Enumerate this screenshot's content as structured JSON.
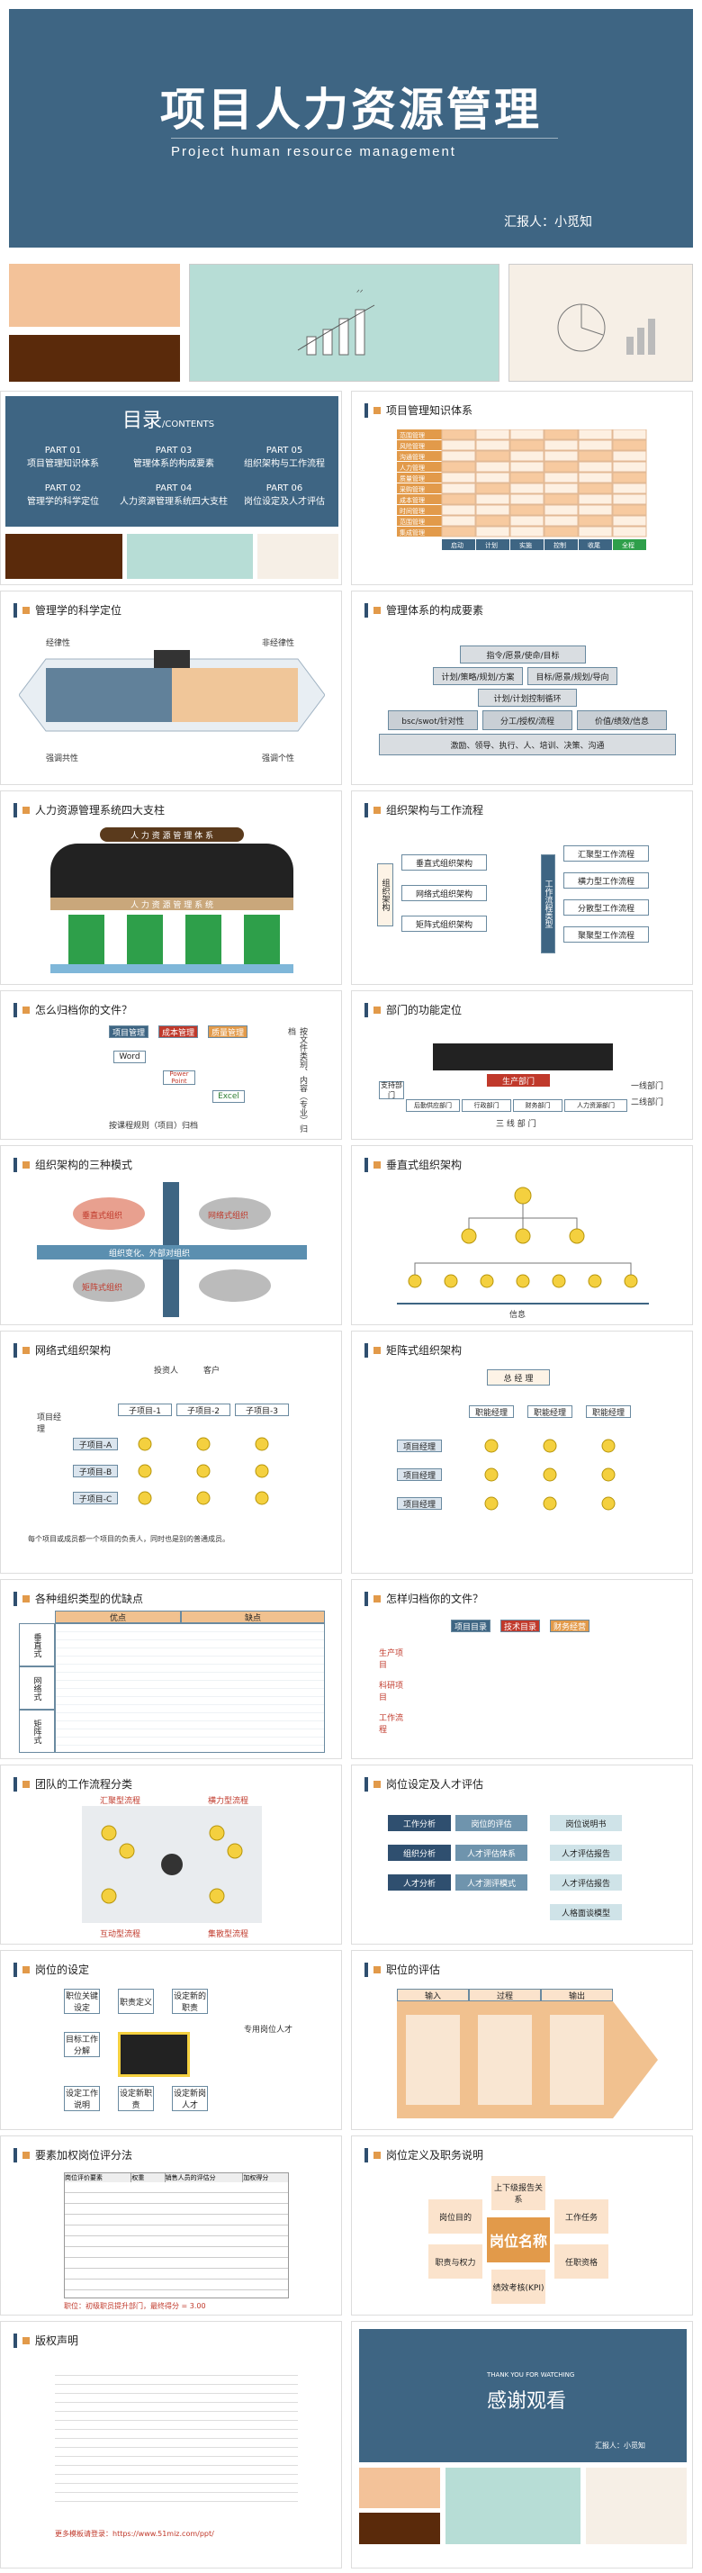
{
  "cover": {
    "title": "项目人力资源管理",
    "subtitle": "Project   human   resource   management",
    "reporter": "汇报人：小觅知"
  },
  "toc": {
    "heading": "目录",
    "heading_suffix": "/CONTENTS",
    "items": [
      {
        "part": "PART  01",
        "label": "项目管理知识体系"
      },
      {
        "part": "PART  03",
        "label": "管理体系的构成要素"
      },
      {
        "part": "PART  05",
        "label": "组织架构与工作流程"
      },
      {
        "part": "PART  02",
        "label": "管理学的科学定位"
      },
      {
        "part": "PART  04",
        "label": "人力资源管理系统四大支柱"
      },
      {
        "part": "PART  06",
        "label": "岗位设定及人才评估"
      }
    ]
  },
  "slides": {
    "s1": {
      "title": "项目管理知识体系",
      "rows": [
        "范围管理",
        "风险管理",
        "沟通管理",
        "人力管理",
        "质量管理",
        "采购管理",
        "成本管理",
        "时间管理",
        "范围管理",
        "集成管理"
      ],
      "cols": [
        "启动",
        "计划",
        "实施",
        "控制",
        "收尾",
        "全程"
      ]
    },
    "s2": {
      "title": "管理学的科学定位",
      "left_top": "经律性",
      "right_top": "非经律性",
      "left_bottom": "强调共性",
      "right_bottom": "强调个性"
    },
    "s3": {
      "title": "管理体系的构成要素",
      "l1": "指令/愿景/使命/目标",
      "l2": "计划/策略/规划/方案",
      "l3": "目标/愿景/规划/导向",
      "l4": "计划/计划控制循环",
      "l5": "bsc/swot/针对性",
      "l6": "分工/授权/流程",
      "l7": "价值/绩效/信息",
      "l8": "激励、领导、执行、人、培训、决策、沟通"
    },
    "s4": {
      "title": "人力资源管理系统四大支柱",
      "banner": "人 力 资 源 管 理 体 系",
      "base": "人 力 资 源 管 理 系 统"
    },
    "s5": {
      "title": "组织架构与工作流程",
      "left": [
        "垂直式组织架构",
        "网络式组织架构",
        "矩阵式组织架构"
      ],
      "side": "组织架构",
      "right_title": "工作流程类型",
      "right": [
        "汇聚型工作流程",
        "横力型工作流程",
        "分散型工作流程",
        "聚聚型工作流程"
      ]
    },
    "s6": {
      "title": "怎么归档你的文件？",
      "heads": [
        "项目管理",
        "成本管理",
        "质量管理"
      ],
      "doc": "Word",
      "ppt": "Power Point",
      "excel": "Excel",
      "foot": "按课程规则（项目）归档",
      "side": "按文件类别、内容（专业）归档"
    },
    "s7": {
      "title": "部门的功能定位",
      "tiers": [
        "一线部门",
        "二线部门"
      ],
      "mid": "生产部门",
      "l": "行政部门",
      "m": "财务部门",
      "r": "人力资源部门",
      "bottom": "三 线 部 门",
      "left": "支持部门",
      "lb": "后勤供应部门"
    },
    "s8": {
      "title": "组织架构的三种模式",
      "a": "垂直式组织",
      "b": "网络式组织",
      "c": "矩阵式组织",
      "axis": "组织变化、外部对组织"
    },
    "s9": {
      "title": "垂直式组织架构",
      "label": "信息"
    },
    "s10": {
      "title": "网络式组织架构",
      "roles": [
        "投资人",
        "客户"
      ],
      "pm": "项目经理",
      "subs": [
        "子项目-1",
        "子项目-2",
        "子项目-3"
      ],
      "rows": [
        "子项目-A",
        "子项目-B",
        "子项目-C"
      ],
      "note": "每个项目或成员都一个项目的负责人，同时也是别的普通成员。"
    },
    "s11": {
      "title": "矩阵式组织架构",
      "top": "总 经 理",
      "mids": [
        "职能经理",
        "职能经理",
        "职能经理"
      ],
      "rows": [
        "项目经理",
        "项目经理",
        "项目经理"
      ]
    },
    "s12": {
      "title": "各种组织类型的优缺点",
      "heads": [
        "优点",
        "缺点"
      ],
      "rows": [
        "垂直式",
        "网络式",
        "矩阵式"
      ]
    },
    "s13": {
      "title": "怎样归档你的文件？",
      "heads": [
        "项目目录",
        "技术目录",
        "财务经营"
      ],
      "left": [
        "生产项目",
        "科研项目",
        "工作流程"
      ]
    },
    "s14": {
      "title": "团队的工作流程分类",
      "a": "汇聚型流程",
      "b": "横力型流程",
      "c": "互动型流程",
      "d": "集散型流程"
    },
    "s15": {
      "title": "岗位设定及人才评估",
      "left": [
        "工作分析",
        "组织分析",
        "人才分析"
      ],
      "right": [
        "岗位说明书",
        "人才评估报告",
        "人才评估报告",
        "人格面谈模型"
      ],
      "mid": [
        "岗位的评估",
        "人才评估体系",
        "人才测评模式"
      ]
    },
    "s16": {
      "title": "岗位的设定",
      "a": "职位关键设定",
      "b": "职责定义",
      "c": "设定新的职责",
      "d": "目标工作分解",
      "e": "专用岗位人才",
      "f": "设定工作说明",
      "g": "设定新职责",
      "h": "设定新岗人才"
    },
    "s17": {
      "title": "职位的评估",
      "heads": [
        "输入",
        "过程",
        "输出"
      ]
    },
    "s18": {
      "title": "要素加权岗位评分法",
      "heads": [
        "岗位评价要素",
        "权重",
        "销售人员的评估分",
        "加权得分"
      ],
      "note": "职位：初级职员提升部门，最终得分 = 3.00"
    },
    "s19": {
      "title": "岗位定义及职务说明",
      "center": "岗位名称",
      "around": [
        "上下级报告关系",
        "工作任务",
        "任职资格",
        "绩效考核(KPI)",
        "职责与权力",
        "岗位目的"
      ]
    },
    "s20": {
      "title": "版权声明",
      "link_label": "更多模板请登录：",
      "link": "https://www.51miz.com/ppt/"
    },
    "end": {
      "thank_en": "THANK YOU FOR WATCHING",
      "thank": "感谢观看",
      "reporter": "汇报人：小觅知"
    }
  }
}
